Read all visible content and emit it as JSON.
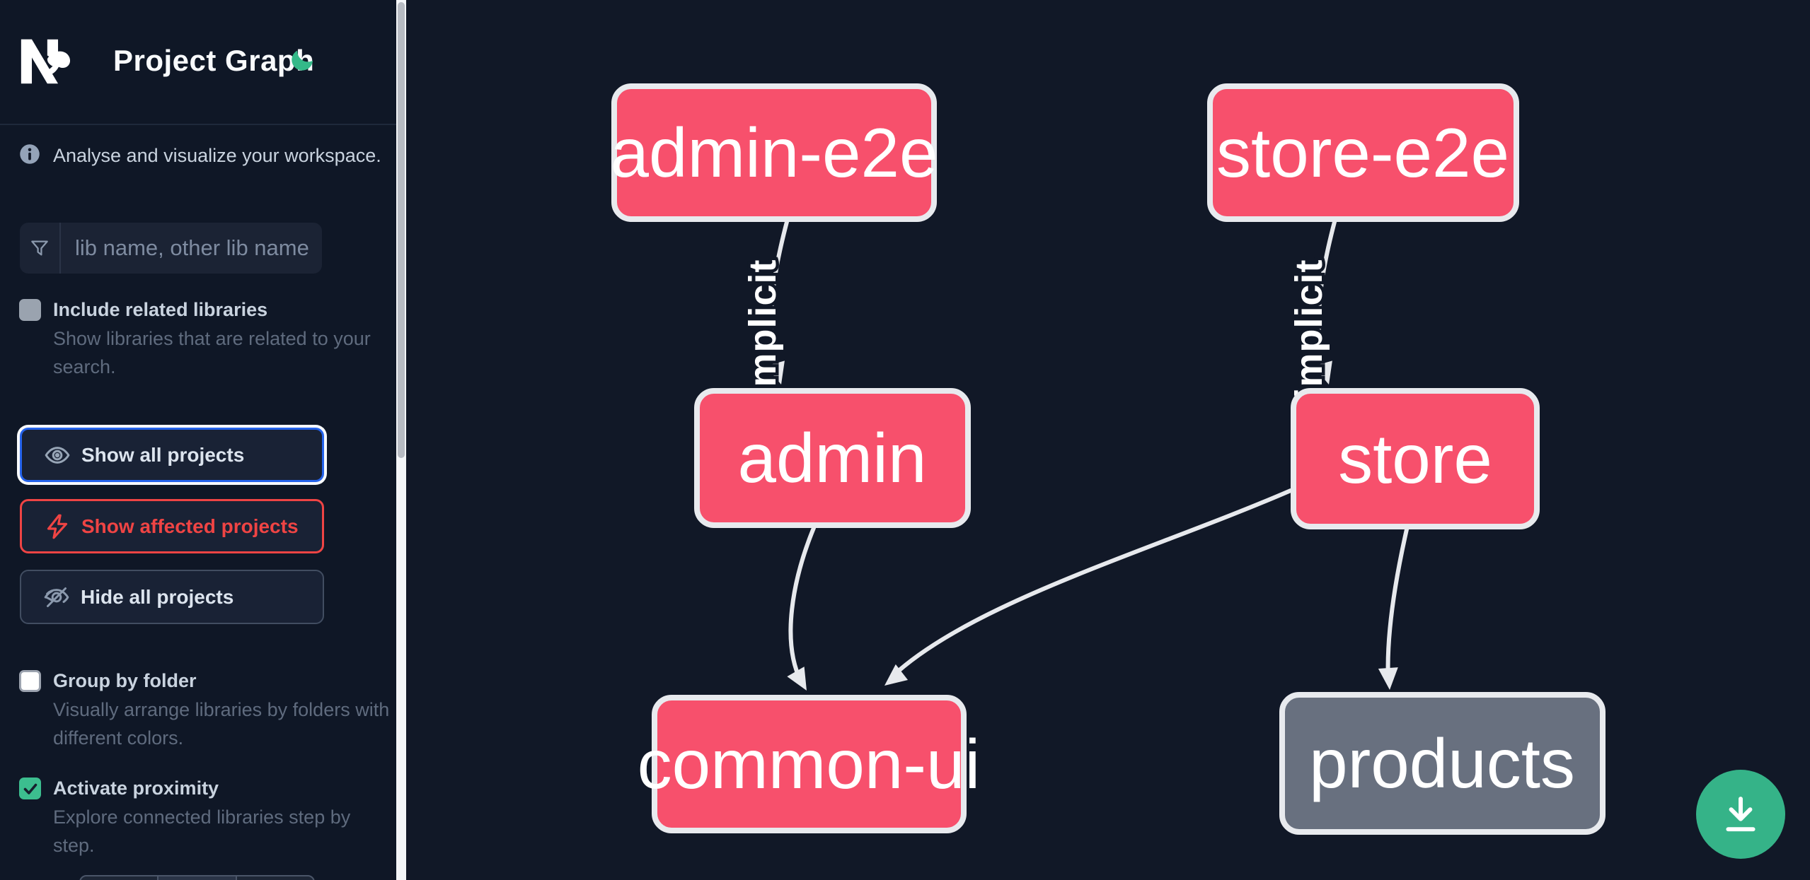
{
  "header": {
    "title": "Project Graph"
  },
  "sidebar": {
    "tagline": "Analyse and visualize your workspace.",
    "search": {
      "placeholder": "lib name, other lib name"
    },
    "toggles": [
      {
        "label": "Include related libraries",
        "description": "Show libraries that are related to your search.",
        "checked": false
      },
      {
        "label": "Group by folder",
        "description": "Visually arrange libraries by folders with different colors.",
        "checked": false
      },
      {
        "label": "Activate proximity",
        "description": "Explore connected libraries step by step.",
        "checked": true
      }
    ],
    "buttons": [
      {
        "label": "Show all projects",
        "state": "focused"
      },
      {
        "label": "Show affected projects",
        "state": "affected"
      },
      {
        "label": "Hide all projects",
        "state": "default"
      }
    ]
  },
  "graph": {
    "nodes": [
      {
        "id": "admin-e2e",
        "label": "admin-e2e",
        "color": "#F7506C"
      },
      {
        "id": "store-e2e",
        "label": "store-e2e",
        "color": "#F7506C"
      },
      {
        "id": "admin",
        "label": "admin",
        "color": "#F7506C"
      },
      {
        "id": "store",
        "label": "store",
        "color": "#F7506C"
      },
      {
        "id": "common-ui",
        "label": "common-ui",
        "color": "#F7506C"
      },
      {
        "id": "products",
        "label": "products",
        "color": "#68707F"
      }
    ],
    "edges": [
      {
        "from": "admin-e2e",
        "to": "admin",
        "label": "implicit"
      },
      {
        "from": "store-e2e",
        "to": "store",
        "label": "implicit"
      },
      {
        "from": "admin",
        "to": "common-ui",
        "label": ""
      },
      {
        "from": "store",
        "to": "common-ui",
        "label": ""
      },
      {
        "from": "store",
        "to": "products",
        "label": ""
      }
    ]
  },
  "colors": {
    "canvas_bg": "#111827",
    "sidebar_bg": "#0F1726",
    "node_pink": "#F7506C",
    "node_gray": "#68707F",
    "edge": "#E7E9ED",
    "accent_green": "#35B388",
    "focus_blue": "#2563EB",
    "affected_red": "#EF4444"
  },
  "fab": {
    "icon": "download-icon"
  }
}
